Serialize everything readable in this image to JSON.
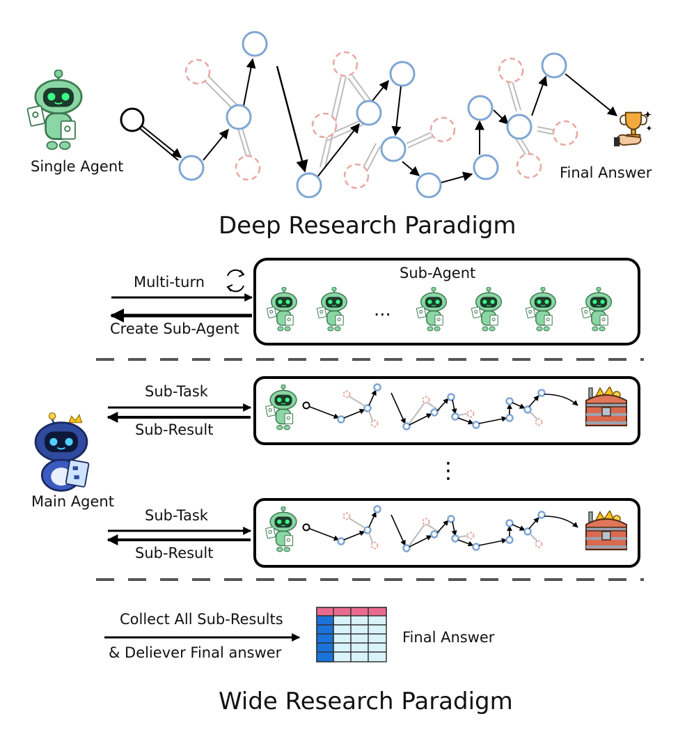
{
  "deep": {
    "single_agent_label": "Single Agent",
    "final_answer_label": "Final Answer",
    "title": "Deep Research Paradigm"
  },
  "wide": {
    "multi_turn_label": "Multi-turn",
    "create_sub_agent_label": "Create Sub-Agent",
    "sub_agent_label": "Sub-Agent",
    "ellipsis": "...",
    "subtask_rows": [
      {
        "sub_task_label": "Sub-Task",
        "sub_result_label": "Sub-Result"
      },
      {
        "sub_task_label": "Sub-Task",
        "sub_result_label": "Sub-Result"
      }
    ],
    "vertical_ellipsis": "⋮",
    "main_agent_label": "Main Agent",
    "collect_label": "Collect All Sub-Results",
    "deliver_label": "& Deliever Final answer",
    "final_answer_label": "Final Answer",
    "title": "Wide Research Paradigm"
  },
  "colors": {
    "node_blue": "#7ea6d3",
    "ghost_pink": "#e8a7a0",
    "agent_green": "#6cc08b",
    "main_agent_blue": "#2f4a9e",
    "table_pink": "#e86b8f",
    "table_blue": "#1a73d9",
    "table_cell": "#d9f3fb"
  },
  "icons": [
    "robot-agent-icon",
    "trophy-icon",
    "refresh-icon",
    "treasure-chest-icon",
    "table-icon",
    "main-robot-icon"
  ]
}
